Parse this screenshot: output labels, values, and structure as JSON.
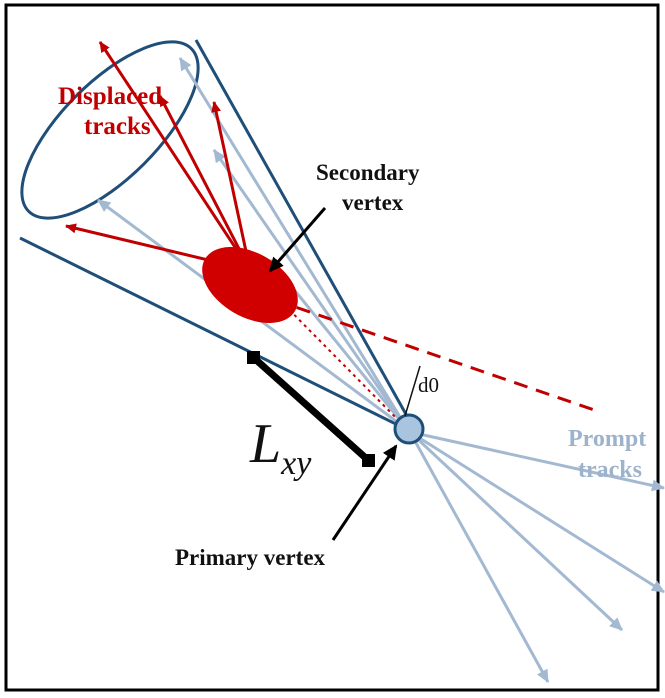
{
  "labels": {
    "displaced_tracks": [
      "Displaced",
      "tracks"
    ],
    "secondary_vertex": [
      "Secondary",
      "vertex"
    ],
    "prompt_tracks": [
      "Prompt",
      "tracks"
    ],
    "primary_vertex": "Primary vertex",
    "d0": "d0",
    "lxy_main": "L",
    "lxy_sub": "xy"
  },
  "colors": {
    "frame": "#000000",
    "cone": "#1f4e79",
    "displaced": "#c00000",
    "prompt": "#a3b9d1",
    "secondary_vertex_fill": "#d00000",
    "primary_vertex_fill": "#a8c4de",
    "lxy_bar": "#000000"
  }
}
